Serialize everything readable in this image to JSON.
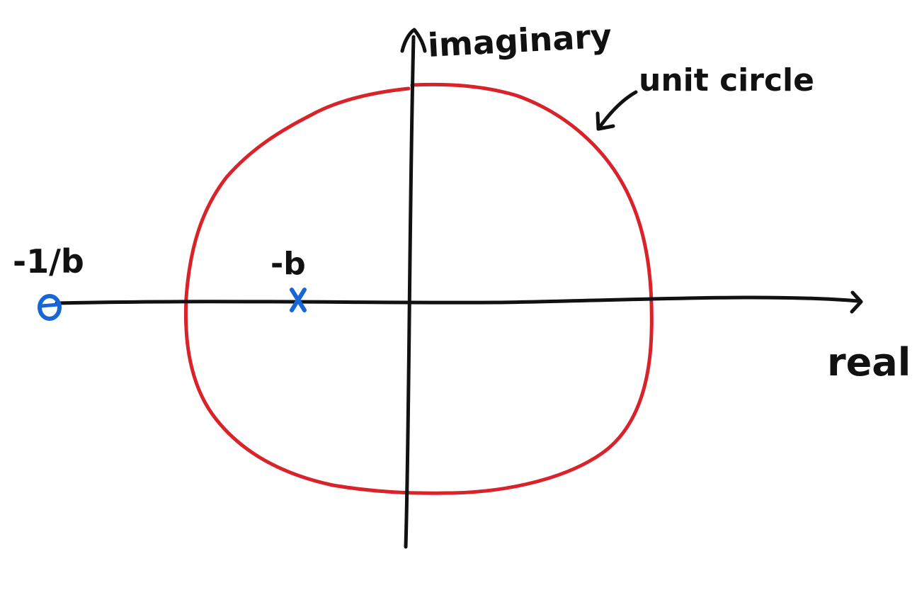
{
  "colors": {
    "axis": "#111111",
    "unit_circle": "#d9232a",
    "marker": "#1766d6",
    "background": "#ffffff"
  },
  "axes": {
    "x_label": "real",
    "y_label": "imaginary"
  },
  "unit_circle": {
    "label": "unit circle"
  },
  "markers": [
    {
      "label": "-1/b",
      "symbol": "o",
      "kind": "zero"
    },
    {
      "label": "-b",
      "symbol": "x",
      "kind": "pole"
    }
  ]
}
